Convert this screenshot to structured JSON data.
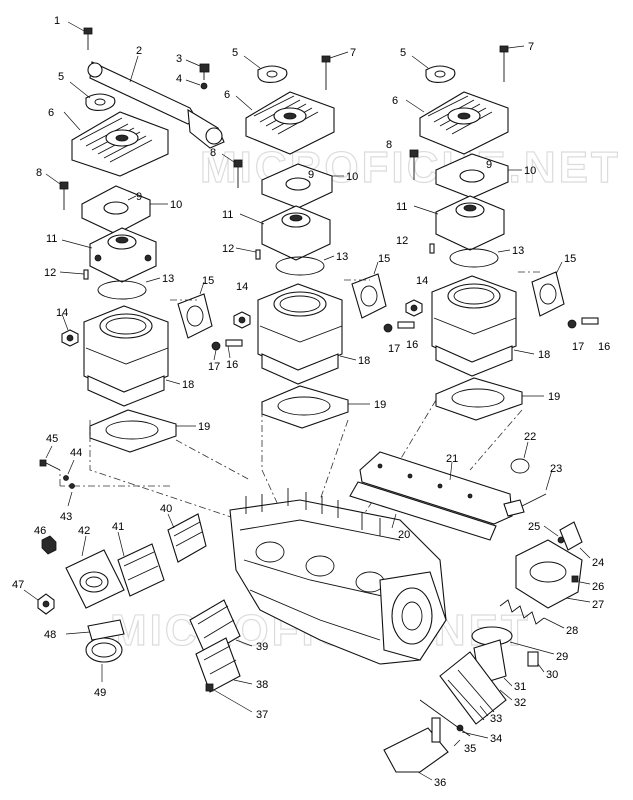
{
  "watermark": {
    "upper": "MICROFICHE.NET",
    "lower": "MICROFICHE.NET"
  },
  "callouts": [
    "1",
    "2",
    "3",
    "4",
    "5",
    "6",
    "7",
    "8",
    "9",
    "10",
    "11",
    "12",
    "13",
    "14",
    "15",
    "16",
    "17",
    "18",
    "19",
    "20",
    "21",
    "22",
    "23",
    "24",
    "25",
    "26",
    "27",
    "28",
    "29",
    "30",
    "31",
    "32",
    "33",
    "34",
    "35",
    "36",
    "37",
    "38",
    "39",
    "40",
    "41",
    "42",
    "43",
    "44",
    "45",
    "46",
    "47",
    "48",
    "49"
  ]
}
